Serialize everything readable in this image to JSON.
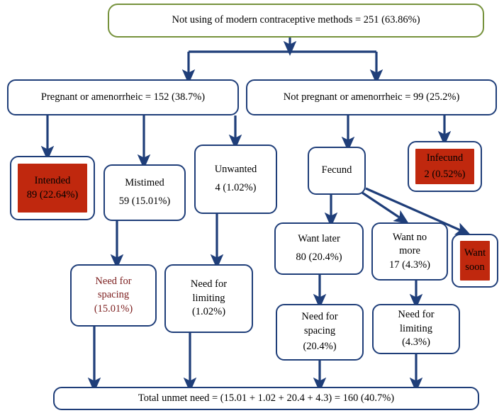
{
  "diagram": {
    "title_node": {
      "text": "Not using of modern contraceptive methods = 251 (63.86%)",
      "border_color": "#76923C"
    },
    "accent_colors": {
      "edge": "#1F3E79",
      "box_border": "#1F3E79",
      "highlight_fill": "#C0280E",
      "maroon_text": "#7B1C1C",
      "green_border": "#76923C"
    },
    "nodes": {
      "pregnant": {
        "line1": "Pregnant or amenorrheic = 152 (38.7%)"
      },
      "not_pregnant": {
        "line1": "Not pregnant or amenorrheic = 99 (25.2%)"
      },
      "intended": {
        "line1": "Intended",
        "line2": "89 (22.64%)"
      },
      "mistimed": {
        "line1": "Mistimed",
        "line2": "59 (15.01%)"
      },
      "unwanted": {
        "line1": "Unwanted",
        "line2": "4 (1.02%)"
      },
      "fecund": {
        "line1": "Fecund"
      },
      "infecund": {
        "line1": "Infecund",
        "line2": "2 (0.52%)"
      },
      "want_later": {
        "line1": "Want later",
        "line2": "80 (20.4%)"
      },
      "want_no_more": {
        "line1": "Want no",
        "line2": "more",
        "line3": "17 (4.3%)"
      },
      "want_soon": {
        "line1": "Want",
        "line2": "soon"
      },
      "need_spacing_left": {
        "line1": "Need for",
        "line2": "spacing",
        "line3": "(15.01%)"
      },
      "need_limiting_left": {
        "line1": "Need for",
        "line2": "limiting",
        "line3": "(1.02%)"
      },
      "need_spacing_right": {
        "line1": "Need for",
        "line2": "spacing",
        "line3": "(20.4%)"
      },
      "need_limiting_right": {
        "line1": "Need for",
        "line2": "limiting",
        "line3": "(4.3%)"
      },
      "total": {
        "line1": "Total unmet need = (15.01 + 1.02 + 20.4 + 4.3) = 160 (40.7%)"
      }
    }
  }
}
